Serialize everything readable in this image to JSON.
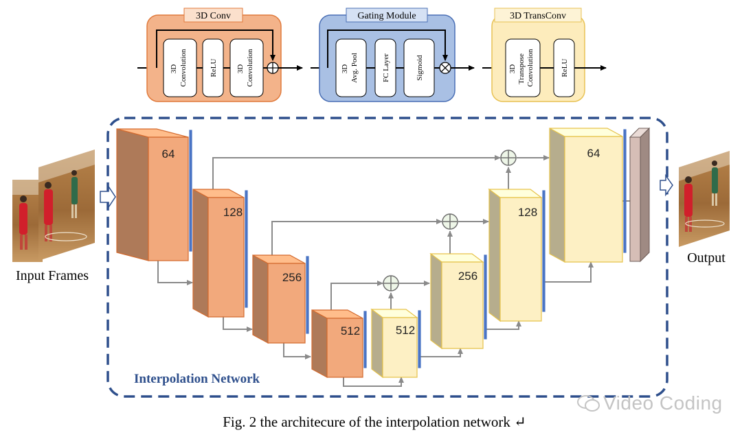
{
  "modules": {
    "conv": {
      "title": "3D Conv",
      "blocks": [
        [
          "3D",
          "Convolution"
        ],
        [
          "ReLU"
        ],
        [
          "3D",
          "Convolution"
        ]
      ],
      "fill": "#f3b38a",
      "border": "#e07a3c",
      "title_fill": "#fbe0cc"
    },
    "gating": {
      "title": "Gating Module",
      "blocks": [
        [
          "3D",
          "Avg. Pool"
        ],
        [
          "FC Layer"
        ],
        [
          "Sigmoid"
        ]
      ],
      "fill": "#a9c0e4",
      "border": "#4a6fb5",
      "title_fill": "#d5e1f4"
    },
    "transconv": {
      "title": "3D TransConv",
      "blocks": [
        [
          "3D",
          "Transpose",
          "Convolution"
        ],
        [
          "ReLU"
        ]
      ],
      "fill": "#fdecbc",
      "border": "#e8c254",
      "title_fill": "#fdf3d6"
    }
  },
  "network": {
    "label": "Interpolation Network",
    "border_color": "#2e4f8c",
    "encoder": [
      "64",
      "128",
      "256",
      "512"
    ],
    "decoder": [
      "512",
      "256",
      "128",
      "64"
    ],
    "encoder_color": "#f2a97c",
    "decoder_color": "#fdf0c4",
    "output_layer_color": "#d6beb6"
  },
  "labels": {
    "input": "Input Frames",
    "output": "Output"
  },
  "caption": "Fig. 2 the architecure of the interpolation network ↵",
  "watermark": "Video Coding"
}
